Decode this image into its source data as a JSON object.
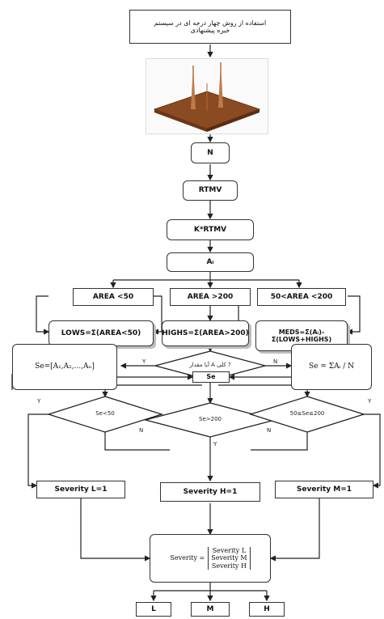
{
  "top_box": {
    "line1": "استفاده از روش چهار درجه ای در سیستم",
    "line2": "خبره پیشنهادی"
  },
  "steps": {
    "n": "N",
    "rtmv": "RTMV",
    "krtmv": "K*RTMV",
    "ai": "Aᵢ"
  },
  "conditions": {
    "lt50": "AREA <50",
    "gt200": "AREA >200",
    "mid": "50<AREA <200"
  },
  "outputs": {
    "lows": "LOWS=Σ(AREA<50)",
    "highs": "HIGHS=Σ(AREA>200)",
    "meds": "MEDS=Σ(Aᵢ)-Σ(LOWS+HIGHS)"
  },
  "decision_center": "آیا مقدار A کلی ?",
  "decision_left_label": "Y",
  "decision_right_label": "N",
  "sum_left": "Se=[A₁,A₂,...,Aₙ]",
  "sum_right": "Se = ΣAᵢ / N",
  "se_node": "Se",
  "lower_decisions": {
    "left": "Se<50",
    "center": "Se>200",
    "right": "50≤Se≤200"
  },
  "lower_labels": {
    "left_y": "Y",
    "left_n": "N",
    "right_y": "Y",
    "right_n": "N",
    "center_y": "Y"
  },
  "severity": {
    "l": "Severity L=1",
    "h": "Severity H=1",
    "m": "Severity M=1"
  },
  "final_formula": {
    "lhs": "Severity =",
    "rows": [
      "Severity L",
      "Severity M",
      "Severity H"
    ]
  },
  "final_nodes": [
    "L",
    "M",
    "H"
  ]
}
